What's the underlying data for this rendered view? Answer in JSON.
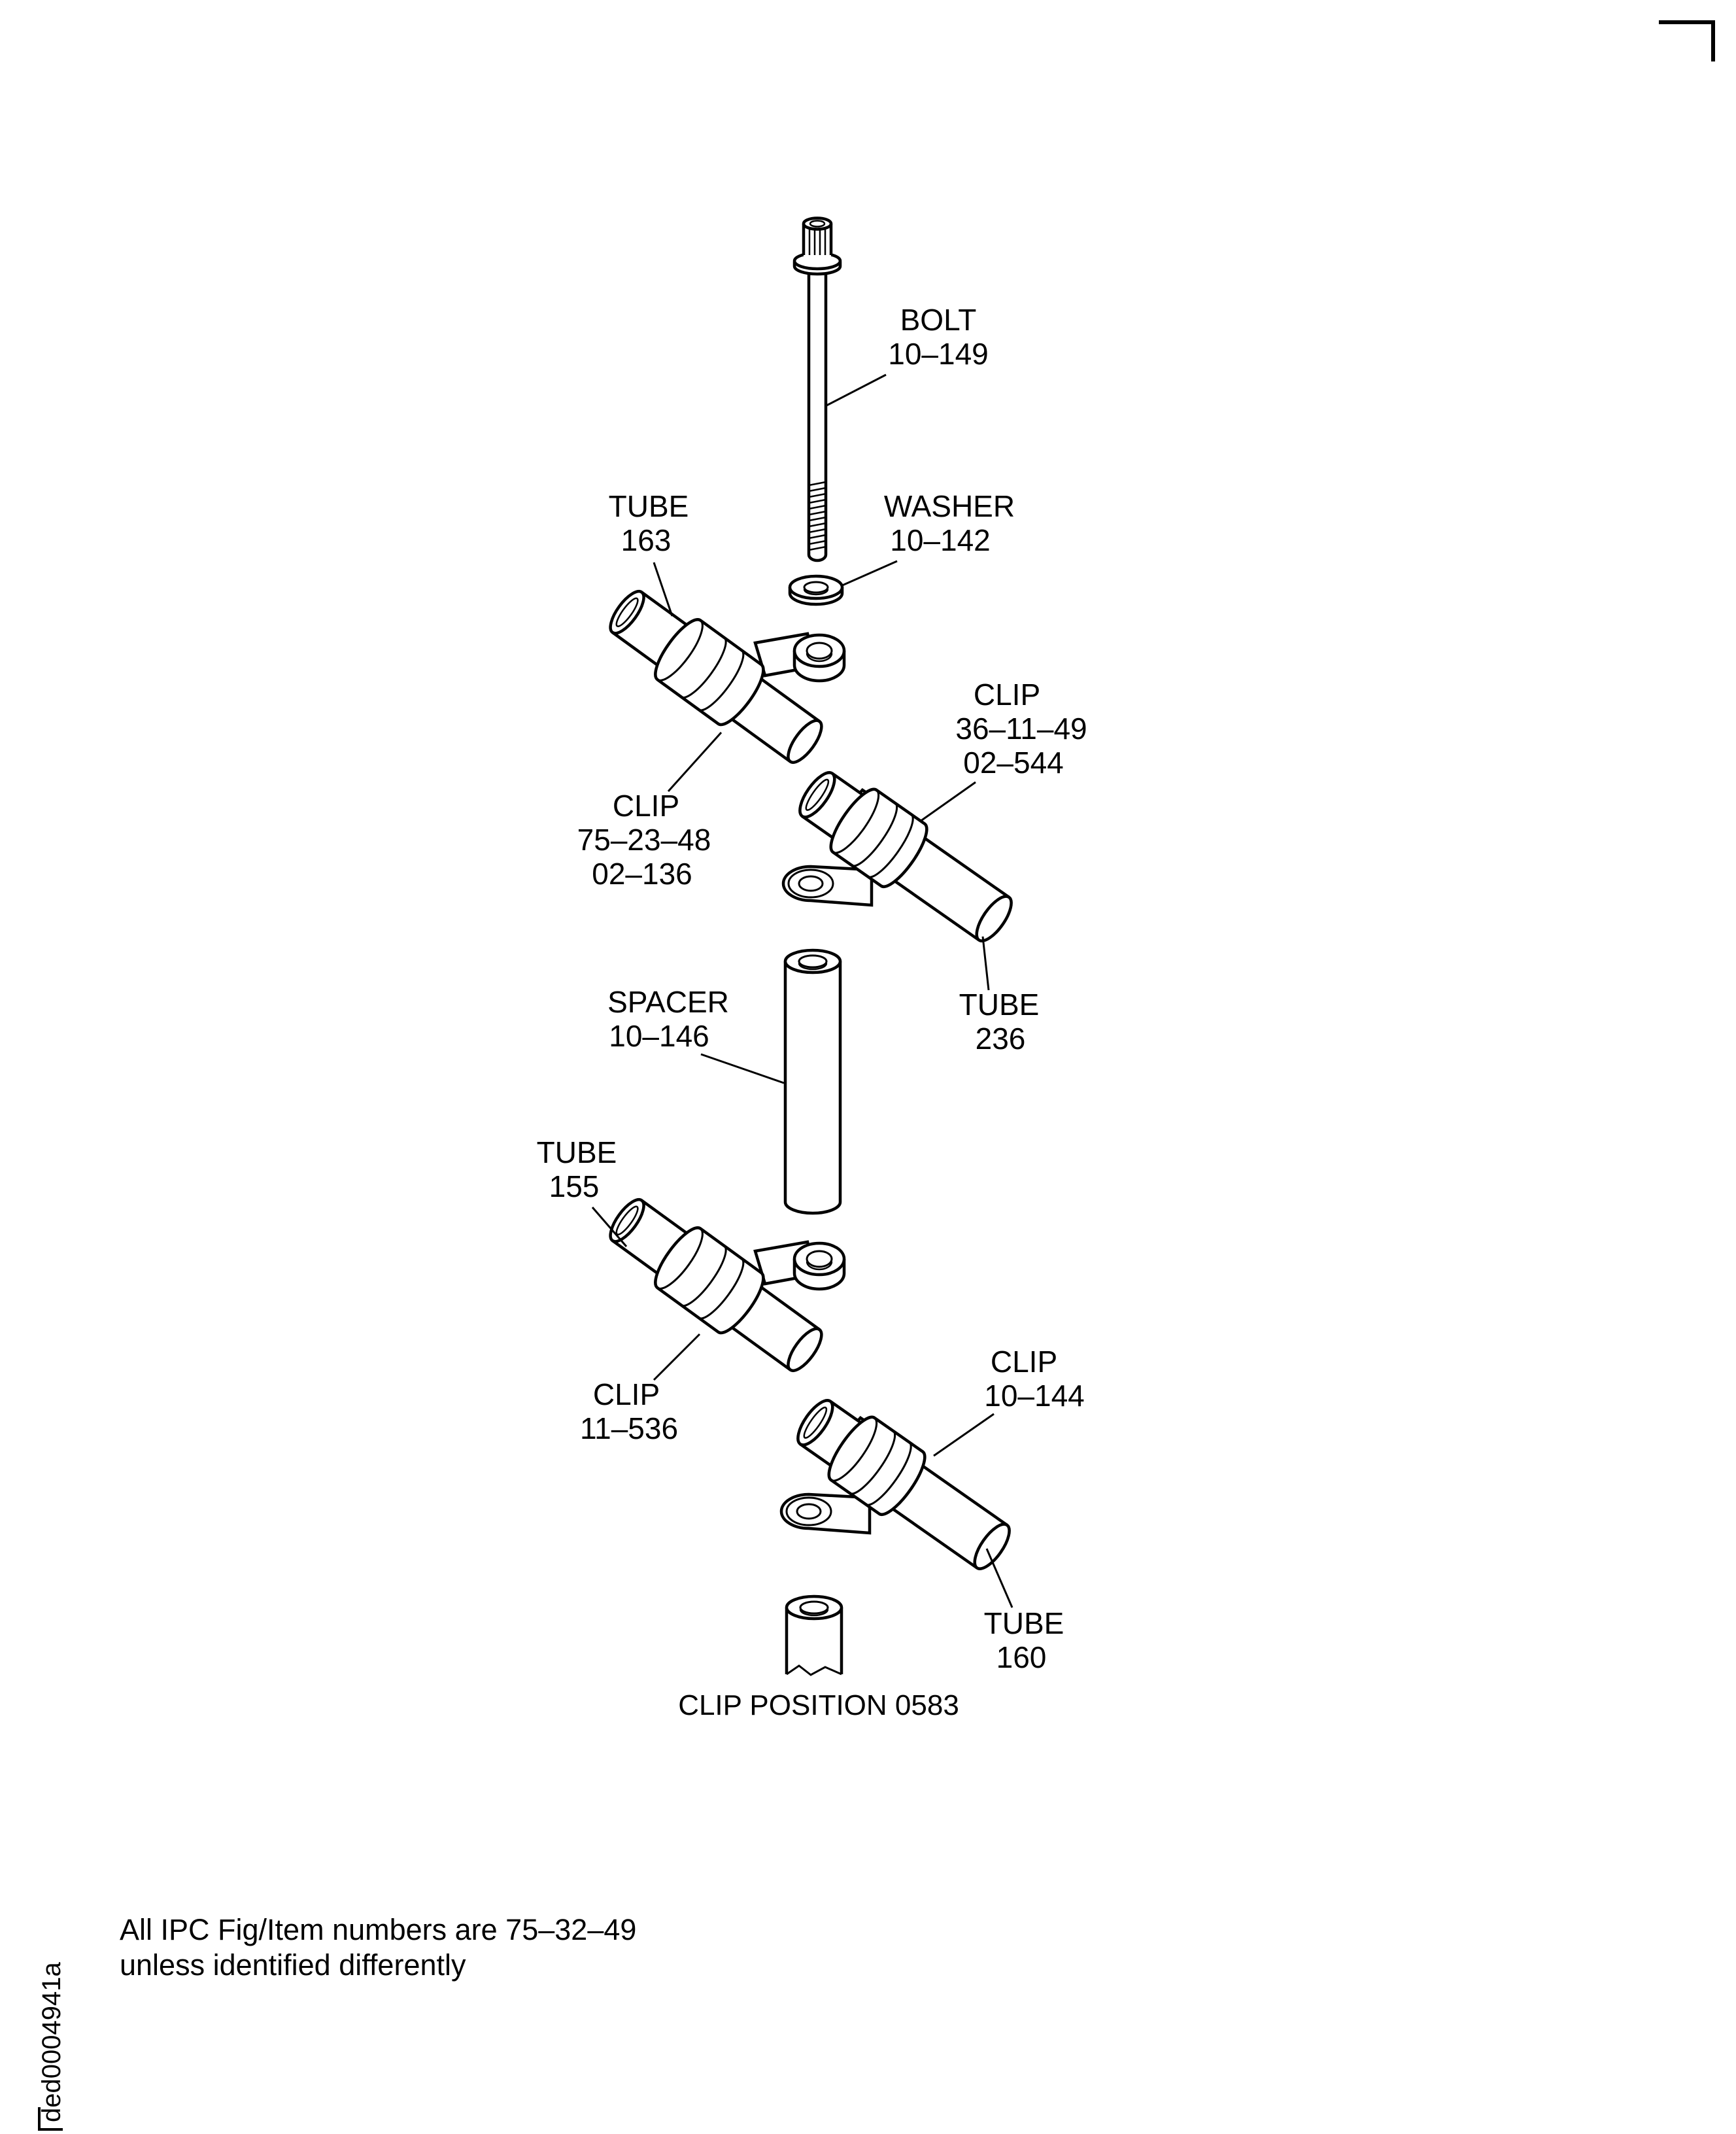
{
  "page": {
    "paper_color": "#ffffff",
    "ink_color": "#000000"
  },
  "figure": {
    "caption": "CLIP POSITION 0583",
    "parts": [
      {
        "id": "bolt",
        "label": "BOLT",
        "ref": "10–149"
      },
      {
        "id": "washer",
        "label": "WASHER",
        "ref": "10–142"
      },
      {
        "id": "tube-163",
        "label": "TUBE",
        "ref": "163"
      },
      {
        "id": "clip-75-23-48",
        "label": "CLIP",
        "ref": "75–23–48",
        "ref2": "02–136"
      },
      {
        "id": "clip-36-11-49",
        "label": "CLIP",
        "ref": "36–11–49",
        "ref2": "02–544"
      },
      {
        "id": "tube-236",
        "label": "TUBE",
        "ref": "236"
      },
      {
        "id": "spacer",
        "label": "SPACER",
        "ref": "10–146"
      },
      {
        "id": "tube-155",
        "label": "TUBE",
        "ref": "155"
      },
      {
        "id": "clip-11-536",
        "label": "CLIP",
        "ref": "11–536"
      },
      {
        "id": "clip-10-144",
        "label": "CLIP",
        "ref": "10–144"
      },
      {
        "id": "tube-160",
        "label": "TUBE",
        "ref": "160"
      }
    ]
  },
  "footer": {
    "line1": "All IPC Fig/Item numbers are 75–32–49",
    "line2": "unless identified differently"
  },
  "doc_id": "ded0004941a"
}
